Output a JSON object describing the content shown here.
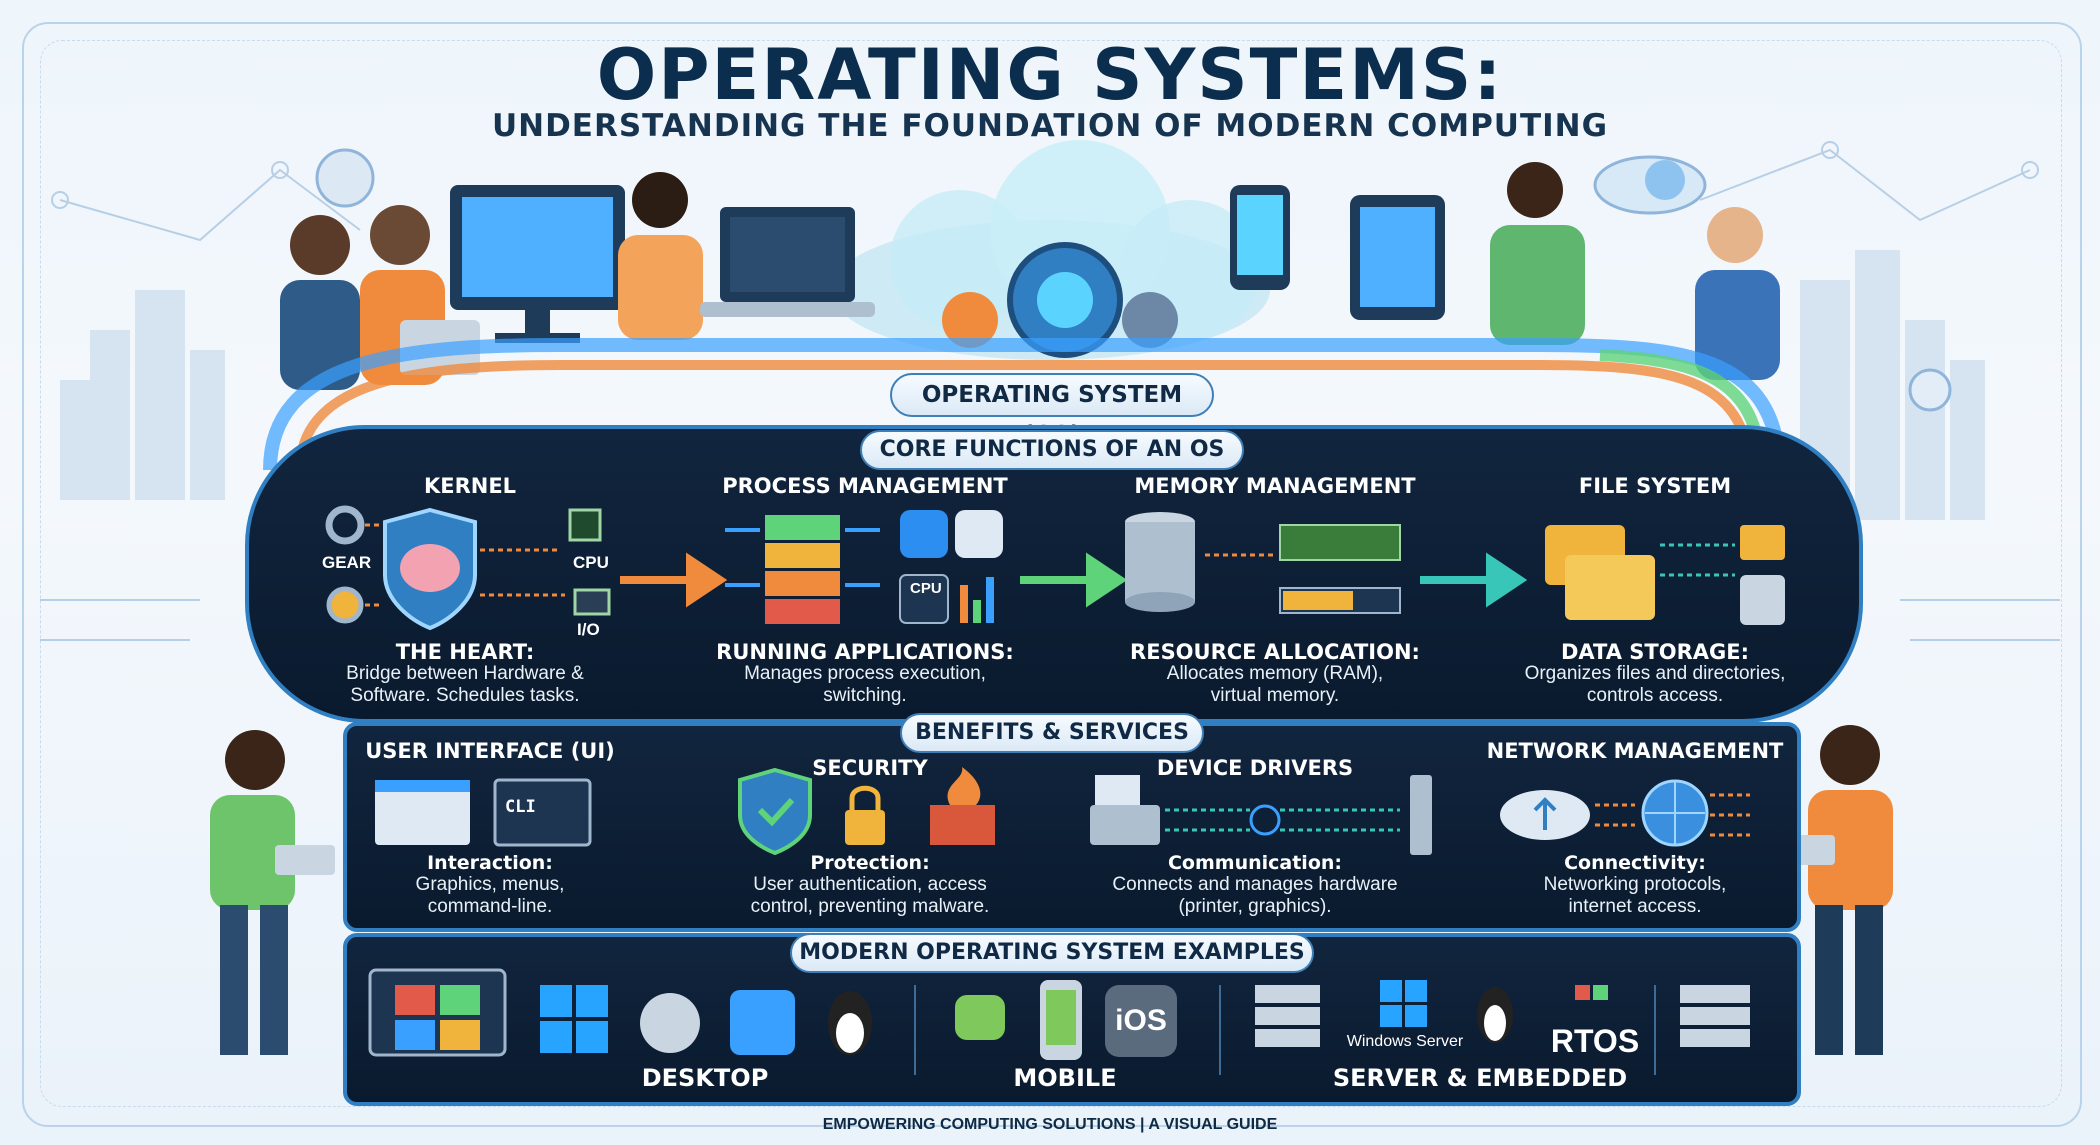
{
  "header": {
    "title": "OPERATING SYSTEMS:",
    "subtitle": "UNDERSTANDING THE FOUNDATION OF MODERN COMPUTING"
  },
  "os_label": "OPERATING SYSTEM (OS)",
  "core": {
    "title": "CORE FUNCTIONS OF AN OS",
    "kernel": {
      "heading": "KERNEL",
      "gear_label": "GEAR",
      "cpu_label": "CPU",
      "io_label": "I/O",
      "subheading": "THE HEART:",
      "description_line1": "Bridge between Hardware &",
      "description_line2": "Software. Schedules tasks."
    },
    "process": {
      "heading": "PROCESS MANAGEMENT",
      "cpu_label": "CPU",
      "subheading": "RUNNING APPLICATIONS:",
      "description_line1": "Manages process execution,",
      "description_line2": "switching."
    },
    "memory": {
      "heading": "MEMORY MANAGEMENT",
      "subheading": "RESOURCE ALLOCATION:",
      "description_line1": "Allocates memory (RAM),",
      "description_line2": "virtual memory."
    },
    "filesystem": {
      "heading": "FILE SYSTEM",
      "subheading": "DATA STORAGE:",
      "description_line1": "Organizes files and directories,",
      "description_line2": "controls access."
    }
  },
  "benefits": {
    "title": "BENEFITS & SERVICES",
    "ui": {
      "heading": "USER INTERFACE (UI)",
      "cli_label": "CLI",
      "subheading": "Interaction:",
      "description_line1": "Graphics, menus,",
      "description_line2": "command-line."
    },
    "security": {
      "heading": "SECURITY",
      "subheading": "Protection:",
      "description_line1": "User authentication, access",
      "description_line2": "control, preventing malware."
    },
    "drivers": {
      "heading": "DEVICE DRIVERS",
      "subheading": "Communication:",
      "description_line1": "Connects and manages hardware",
      "description_line2": "(printer, graphics)."
    },
    "network": {
      "heading": "NETWORK MANAGEMENT",
      "subheading": "Connectivity:",
      "description_line1": "Networking protocols,",
      "description_line2": "internet access."
    }
  },
  "examples": {
    "title": "MODERN OPERATING SYSTEM EXAMPLES",
    "desktop_label": "DESKTOP",
    "mobile_label": "MOBILE",
    "ios_label": "iOS",
    "server_label": "SERVER & EMBEDDED",
    "windows_server_label": "Windows Server",
    "rtos_label": "RTOS"
  },
  "footer": "EMPOWERING COMPUTING SOLUTIONS | A VISUAL GUIDE",
  "colors": {
    "panel_bg": "#0d2038",
    "panel_border": "#2f7fc2",
    "accent_orange": "#f08a3c",
    "accent_teal": "#38c6b8",
    "accent_green": "#5fd37a",
    "accent_blue": "#3aa0ff"
  }
}
